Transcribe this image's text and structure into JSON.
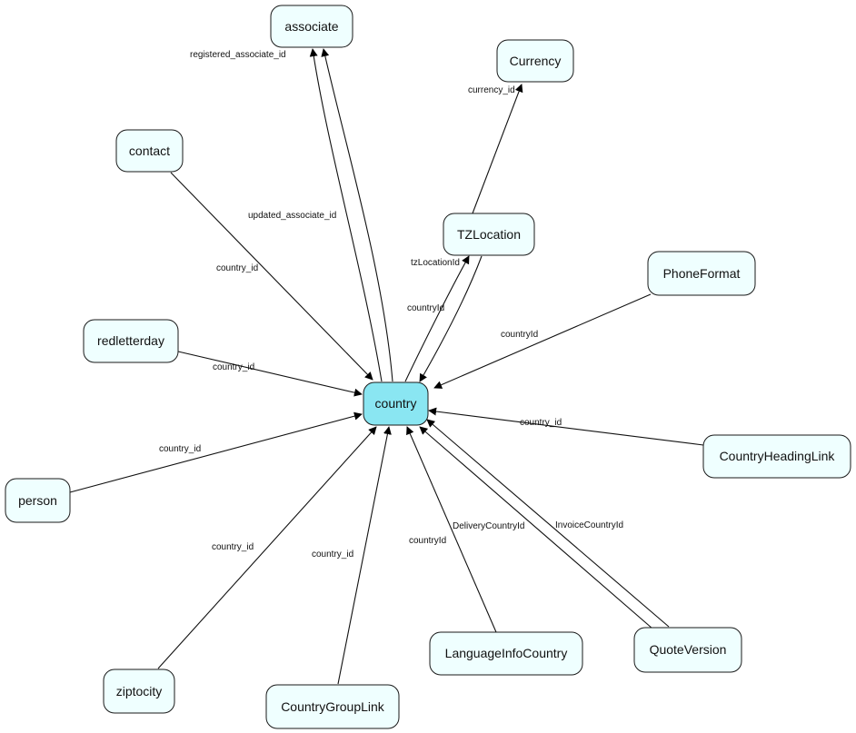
{
  "diagram": {
    "nodes": [
      {
        "id": "associate",
        "label": "associate"
      },
      {
        "id": "currency",
        "label": "Currency"
      },
      {
        "id": "contact",
        "label": "contact"
      },
      {
        "id": "tzlocation",
        "label": "TZLocation"
      },
      {
        "id": "phoneformat",
        "label": "PhoneFormat"
      },
      {
        "id": "redletterday",
        "label": "redletterday"
      },
      {
        "id": "country",
        "label": "country"
      },
      {
        "id": "countryheadinglink",
        "label": "CountryHeadingLink"
      },
      {
        "id": "person",
        "label": "person"
      },
      {
        "id": "languageinfocountry",
        "label": "LanguageInfoCountry"
      },
      {
        "id": "quoteversion",
        "label": "QuoteVersion"
      },
      {
        "id": "ziptocity",
        "label": "ziptocity"
      },
      {
        "id": "countrygrouplink",
        "label": "CountryGroupLink"
      }
    ],
    "edges": [
      {
        "id": "e1",
        "from": "country",
        "to": "associate",
        "label": "registered_associate_id"
      },
      {
        "id": "e2",
        "from": "country",
        "to": "associate",
        "label": "updated_associate_id"
      },
      {
        "id": "e3",
        "from": "tzlocation",
        "to": "currency",
        "label": "currency_id"
      },
      {
        "id": "e4",
        "from": "contact",
        "to": "country",
        "label": "country_id"
      },
      {
        "id": "e5",
        "from": "country",
        "to": "tzlocation",
        "label": "tzLocationId"
      },
      {
        "id": "e6",
        "from": "tzlocation",
        "to": "country",
        "label": "countryId"
      },
      {
        "id": "e7",
        "from": "phoneformat",
        "to": "country",
        "label": "countryId"
      },
      {
        "id": "e8",
        "from": "redletterday",
        "to": "country",
        "label": "country_id"
      },
      {
        "id": "e9",
        "from": "countryheadinglink",
        "to": "country",
        "label": "country_id"
      },
      {
        "id": "e10",
        "from": "person",
        "to": "country",
        "label": "country_id"
      },
      {
        "id": "e11",
        "from": "ziptocity",
        "to": "country",
        "label": "country_id"
      },
      {
        "id": "e12",
        "from": "countrygrouplink",
        "to": "country",
        "label": "country_id"
      },
      {
        "id": "e13",
        "from": "languageinfocountry",
        "to": "country",
        "label": "countryId"
      },
      {
        "id": "e14",
        "from": "quoteversion",
        "to": "country",
        "label": "DeliveryCountryId"
      },
      {
        "id": "e15",
        "from": "quoteversion",
        "to": "country",
        "label": "InvoiceCountryId"
      }
    ]
  }
}
